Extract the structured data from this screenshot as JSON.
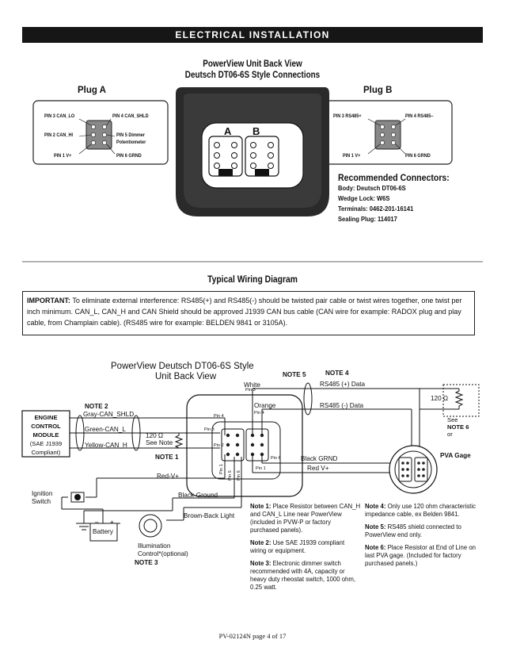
{
  "banner": "ELECTRICAL INSTALLATION",
  "back_view": {
    "title": "PowerView Unit Back View",
    "subtitle": "Deutsch DT06-6S Style Connections"
  },
  "plug_a": {
    "title": "Plug A",
    "pins": {
      "p3": "PIN 3 CAN_LO",
      "p4": "PIN 4 CAN_SHLD",
      "p2": "PIN 2 CAN_HI",
      "p5a": "PIN 5 Dimmer",
      "p5b": "Potentiometer",
      "p1": "PIN 1 V+",
      "p6": "PIN 6 GRND"
    }
  },
  "plug_b": {
    "title": "Plug B",
    "pins": {
      "p3": "PIN 3 RS485+",
      "p4": "PIN 4 RS485–",
      "p1": "PIN 1 V+",
      "p6": "PIN 6 GRND"
    }
  },
  "connector_letters": {
    "a": "A",
    "b": "B"
  },
  "recommended": {
    "title": "Recommended Connectors:",
    "lines": [
      "Body: Deutsch DT06-6S",
      "Wedge Lock: W6S",
      "Terminals: 0462-201-16141",
      "Sealing Plug: 114017"
    ]
  },
  "wiring": {
    "title": "Typical Wiring Diagram",
    "important_lead": "IMPORTANT:",
    "important_text": "To eliminate external interference: RS485(+) and RS485(-) should be twisted pair cable or twist wires together, one twist per inch minimum. CAN_L, CAN_H and CAN Shield should be approved J1939 CAN bus cable (CAN wire for example: RADOX plug and play cable, from Champlain cable). (RS485 wire for example: BELDEN 9841 or 3105A).",
    "unit_title1": "PowerView Deutsch DT06-6S Style",
    "unit_title2": "Unit Back View",
    "ecm": [
      "ENGINE",
      "CONTROL",
      "MODULE",
      "(SAE J1939",
      "Compliant)"
    ],
    "wires": {
      "gray": "Gray-CAN_SHLD",
      "green": "Green-CAN_L",
      "yellow": "Yellow-CAN_H",
      "red": "Red-V+",
      "black_ground": "Black-Ground",
      "brown": "Brown-Back Light",
      "white": "White",
      "orange": "Orange",
      "black_grnd": "Black GRND",
      "red_v": "Red V+",
      "rs485p": "RS485 (+) Data",
      "rs485n": "RS485 (-) Data"
    },
    "note_labels": {
      "n1": "NOTE 1",
      "n2": "NOTE 2",
      "n3": "NOTE 3",
      "n4": "NOTE 4",
      "n5": "NOTE 5",
      "n6": "NOTE 6",
      "see6a": "See",
      "see6c": "or"
    },
    "resistor_left": {
      "value": "120 Ω",
      "see": "See Note"
    },
    "resistor_right": "120 Ω",
    "pins_small": {
      "pin3": "Pin 3",
      "pin4": "Pin 4",
      "pin6": "Pin 6",
      "pin1": "Pin 1",
      "l4": "Pin 4",
      "l3": "Pin 3",
      "l2": "Pin 2",
      "v1": "Pin 1",
      "v5": "Pin 5",
      "v6": "Pin 6"
    },
    "ignition": [
      "Ignition",
      "Switch"
    ],
    "battery": "Battery",
    "battery_minus": "–",
    "battery_plus": "+",
    "illumination": [
      "Illumination",
      "Control*(optional)"
    ],
    "pva_gage": "PVA Gage",
    "notes_left": [
      {
        "label": "Note 1:",
        "text": "Place Resistor between CAN_H and CAN_L Line near PowerView (included in PVW-P or factory purchased panels)."
      },
      {
        "label": "Note 2:",
        "text": "Use SAE J1939 compliant wiring or equipment."
      },
      {
        "label": "Note 3:",
        "text": "Electronic dimmer switch recommended with 4A, capacity or heavy duty rheostat switch, 1000 ohm, 0.25 watt."
      }
    ],
    "notes_right": [
      {
        "label": "Note 4:",
        "text": "Only use 120 ohm characteristic impedance cable, ex Belden 9841."
      },
      {
        "label": "Note 5:",
        "text": "RS485 shield connected to PowerView end only."
      },
      {
        "label": "Note 6:",
        "text": "Place Resistor at End of Line on last PVA gage. (Included for factory purchased panels.)"
      }
    ]
  },
  "footer": "PV-02124N page 4 of 17"
}
